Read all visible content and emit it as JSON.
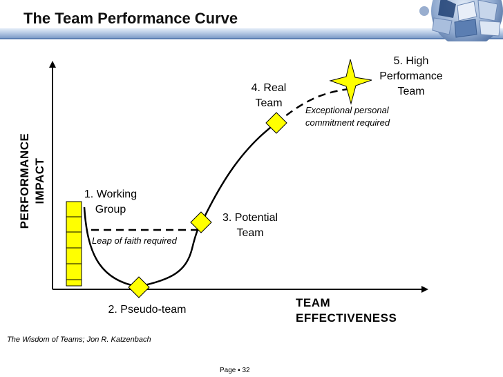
{
  "header": {
    "title": "The Team Performance Curve",
    "bar_color": "#9fb6d9"
  },
  "axes": {
    "y_label": "PERFORMANCE\nIMPACT",
    "x_label": "TEAM\nEFFECTIVENESS"
  },
  "stages": [
    {
      "label": "1. Working\nGroup",
      "marker": "yellow-stack"
    },
    {
      "label": "2. Pseudo-team",
      "marker": "yellow-diamond"
    },
    {
      "label": "3. Potential\nTeam",
      "marker": "yellow-diamond"
    },
    {
      "label": "4. Real\nTeam",
      "marker": "yellow-diamond"
    },
    {
      "label": "5. High\nPerformance\nTeam",
      "marker": "yellow-star"
    }
  ],
  "notes": {
    "leap": "Leap of faith required",
    "commitment": "Exceptional personal\ncommitment required"
  },
  "footer": {
    "source": "The Wisdom of Teams; Jon R. Katzenbach",
    "page": "Page ▪ 32"
  },
  "colors": {
    "marker_fill": "#ffff00",
    "marker_stroke": "#000000",
    "curve": "#000000"
  }
}
